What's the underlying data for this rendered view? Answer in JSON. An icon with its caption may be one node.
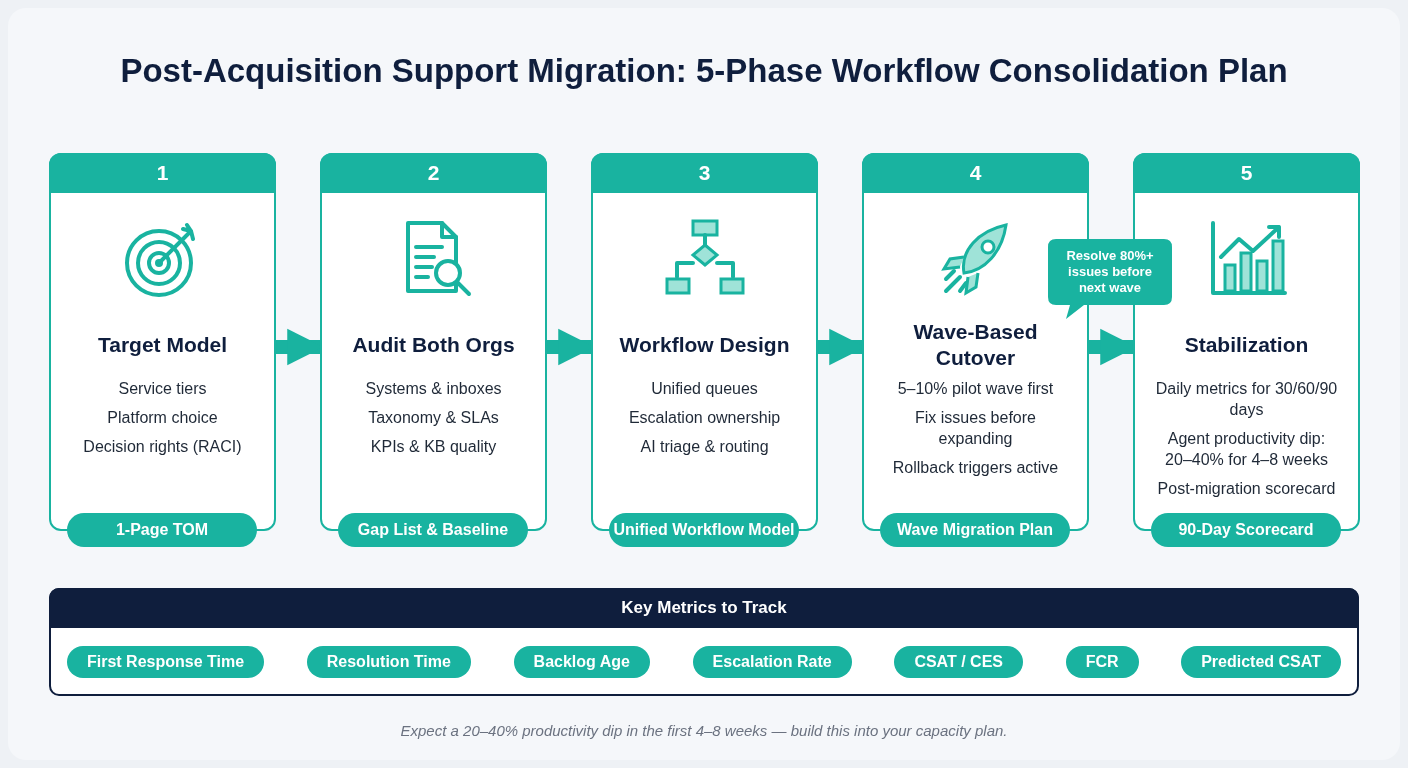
{
  "diagram": {
    "title": "Post-Acquisition Support Migration: 5-Phase Workflow Consolidation Plan",
    "nodes": [
      {
        "text": [
          "1",
          "Target Model",
          "Service tiers",
          "Platform choice",
          "Decision rights (RACI)"
        ]
      },
      {
        "text": [
          "1-Page TOM"
        ]
      },
      {
        "text": [
          "2",
          "Audit Both Orgs",
          "Systems & inboxes",
          "Taxonomy & SLAs",
          "KPIs & KB quality"
        ]
      },
      {
        "text": [
          "Gap List & Baseline"
        ]
      },
      {
        "text": [
          "3",
          "Workflow Design",
          "Unified queues",
          "Escalation ownership",
          "AI triage & routing"
        ]
      },
      {
        "text": [
          "Unified Workflow Model"
        ]
      },
      {
        "text": [
          "4",
          "Wave-Based Cutover",
          "5–10% pilot wave first",
          "Fix issues before expanding",
          "Rollback triggers active"
        ]
      },
      {
        "text": [
          "Wave Migration Plan"
        ]
      },
      {
        "text": [
          "5",
          "Stabilization",
          "Daily metrics for 30/60/90 days",
          "Agent productivity dip: 20–40% for 4–8 weeks",
          "Post-migration scorecard"
        ]
      },
      {
        "text": [
          "90-Day Scorecard"
        ]
      },
      {
        "text": [
          "Resolve 80%+ issues before next wave"
        ]
      },
      {
        "text": [
          "Key Metrics to Track"
        ]
      },
      {
        "text": [
          "First Response Time"
        ],
        "in": 11
      },
      {
        "text": [
          "Resolution Time"
        ],
        "in": 11
      },
      {
        "text": [
          "Backlog Age"
        ],
        "in": 11
      },
      {
        "text": [
          "Escalation Rate"
        ],
        "in": 11
      },
      {
        "text": [
          "CSAT / CES"
        ],
        "in": 11
      },
      {
        "text": [
          "FCR"
        ],
        "in": 11
      },
      {
        "text": [
          "Predicted CSAT"
        ],
        "in": 11
      }
    ],
    "edges": [
      {
        "from": 0,
        "to": 2,
        "arrow": "to"
      },
      {
        "from": 2,
        "to": 4,
        "arrow": "to"
      },
      {
        "from": 4,
        "to": 6,
        "arrow": "to"
      },
      {
        "from": 6,
        "to": 8,
        "arrow": "to"
      }
    ],
    "caption": "Expect a 20–40% productivity dip in the first 4–8 weeks — build this into your capacity plan."
  }
}
